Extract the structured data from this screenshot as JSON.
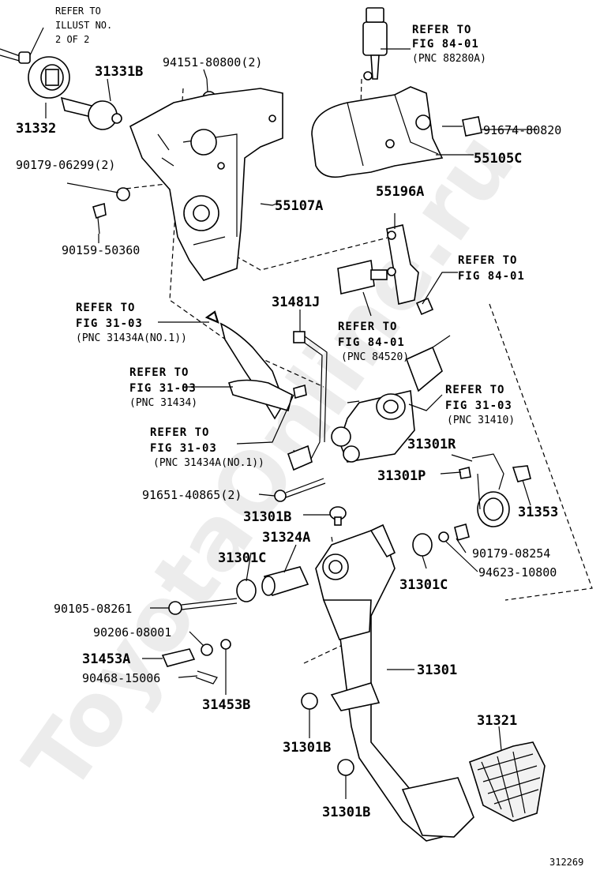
{
  "watermark": "ToyotaOnline.ru",
  "illustration_number": "312269",
  "labels": {
    "ref_illust_1": "REFER TO",
    "ref_illust_2": "ILLUST NO.",
    "ref_illust_3": "2 OF 2",
    "p31332": "31332",
    "p31331B": "31331B",
    "p94151": "94151-80800(2)",
    "ref_fig84_a1": "REFER TO",
    "ref_fig84_a2": "FIG 84-01",
    "ref_fig84_a3": "(PNC 88280A)",
    "p91674": "91674-80820",
    "p55105C": "55105C",
    "p90179_06299": "90179-06299(2)",
    "p55107A": "55107A",
    "p55196A": "55196A",
    "p90159": "90159-50360",
    "ref_fig84_b1": "REFER TO",
    "ref_fig84_b2": "FIG 84-01",
    "p31481J": "31481J",
    "ref_fig31_a1": "REFER TO",
    "ref_fig31_a2": "FIG 31-03",
    "ref_fig31_a3": "(PNC 31434A(NO.1))",
    "ref_fig84_c1": "REFER TO",
    "ref_fig84_c2": "FIG 84-01",
    "ref_fig84_c3": "(PNC 84520)",
    "ref_fig31_b1": "REFER TO",
    "ref_fig31_b2": "FIG 31-03",
    "ref_fig31_b3": "(PNC 31434)",
    "ref_fig31_c1": "REFER TO",
    "ref_fig31_c2": "FIG 31-03",
    "ref_fig31_c3": "(PNC 31410)",
    "ref_fig31_d1": "REFER TO",
    "ref_fig31_d2": "FIG 31-03",
    "ref_fig31_d3": "(PNC 31434A(NO.1))",
    "p31301R": "31301R",
    "p31301P": "31301P",
    "p91651": "91651-40865(2)",
    "p31353": "31353",
    "p31301B_a": "31301B",
    "p31324A": "31324A",
    "p90179_08254": "90179-08254",
    "p31301C_a": "31301C",
    "p94623": "94623-10800",
    "p31301C_b": "31301C",
    "p90105": "90105-08261",
    "p90206": "90206-08001",
    "p31453A": "31453A",
    "p90468": "90468-15006",
    "p31301": "31301",
    "p31453B": "31453B",
    "p31321": "31321",
    "p31301B_b": "31301B",
    "p31301B_c": "31301B"
  }
}
